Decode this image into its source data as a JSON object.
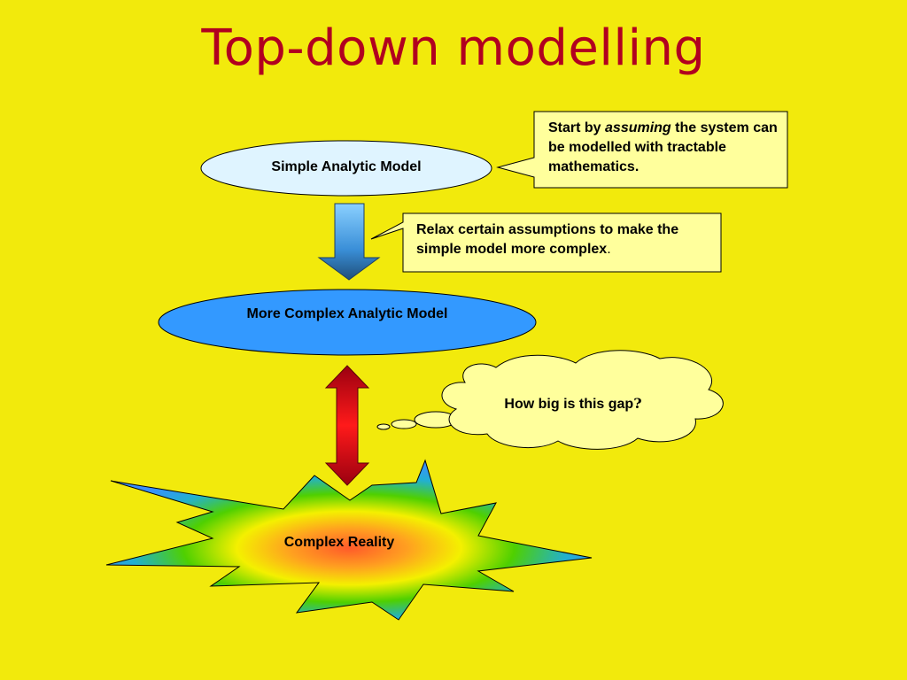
{
  "title": "Top-down modelling",
  "nodes": {
    "simple_model": "Simple Analytic Model",
    "complex_model": "More Complex Analytic Model",
    "reality": "Complex Reality"
  },
  "callouts": {
    "start": {
      "prefix": "Start by ",
      "emphasis": "assuming",
      "suffix": " the system can be modelled with tractable mathematics."
    },
    "relax": {
      "text": "Relax certain assumptions to make the simple model more complex",
      "end": "."
    },
    "gap": {
      "text": "How big is this gap",
      "end": "?"
    }
  },
  "colors": {
    "background": "#f2ea0c",
    "title": "#b1001f",
    "callout_fill": "#ffff9c",
    "simple_model_fill": "#dff4ff",
    "complex_model_fill": "#3399ff",
    "arrow_down": "#2a6fb0",
    "arrow_double": "#d8001a"
  }
}
